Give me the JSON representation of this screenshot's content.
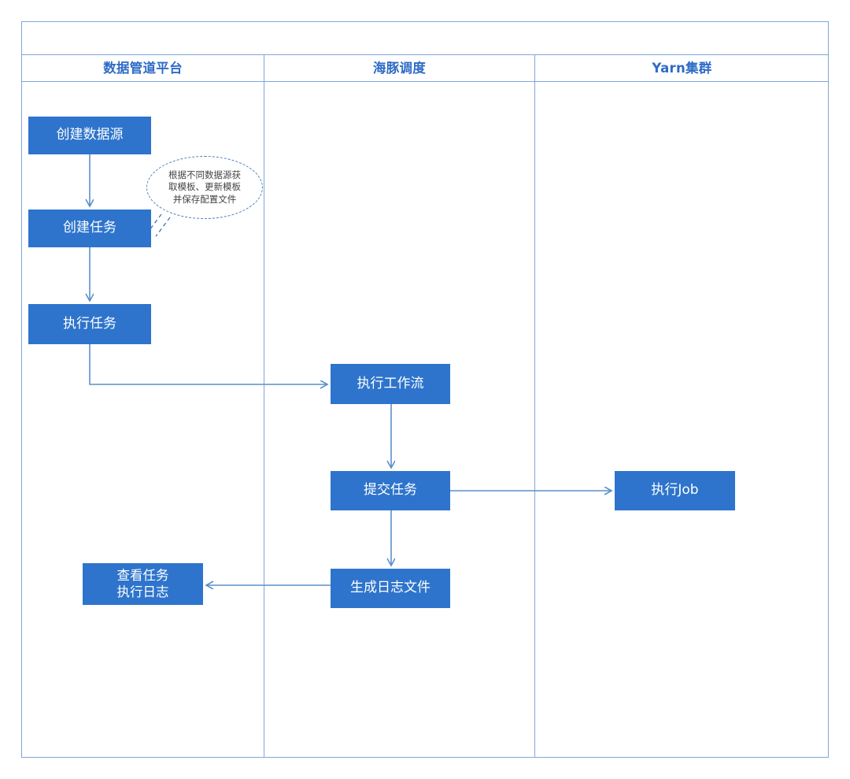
{
  "diagram": {
    "type": "swimlane-flowchart",
    "accent_color": "#2E74CC",
    "lane_border_color": "#7FA6D8",
    "lane_title_color": "#2E6BC6",
    "connector_color": "#5B8FC9",
    "callout_border_color": "#4A7EBB",
    "callout_text_color": "#444444"
  },
  "lanes": [
    {
      "id": "lane-data-pipeline",
      "title": "数据管道平台"
    },
    {
      "id": "lane-dolphin-scheduler",
      "title": "海豚调度"
    },
    {
      "id": "lane-yarn-cluster",
      "title": "Yarn集群"
    }
  ],
  "nodes": [
    {
      "id": "create-datasource",
      "lane": "lane-data-pipeline",
      "label": "创建数据源"
    },
    {
      "id": "create-task",
      "lane": "lane-data-pipeline",
      "label": "创建任务"
    },
    {
      "id": "execute-task",
      "lane": "lane-data-pipeline",
      "label": "执行任务"
    },
    {
      "id": "view-task-log",
      "lane": "lane-data-pipeline",
      "label": "查看任务\n执行日志"
    },
    {
      "id": "execute-workflow",
      "lane": "lane-dolphin-scheduler",
      "label": "执行工作流"
    },
    {
      "id": "submit-task",
      "lane": "lane-dolphin-scheduler",
      "label": "提交任务"
    },
    {
      "id": "generate-log-file",
      "lane": "lane-dolphin-scheduler",
      "label": "生成日志文件"
    },
    {
      "id": "execute-job",
      "lane": "lane-yarn-cluster",
      "label": "执行Job"
    }
  ],
  "callout": {
    "id": "template-callout",
    "text": "根据不同数据源获\n取模板、更新模板\n并保存配置文件",
    "attached_to": "create-task"
  },
  "edges": [
    {
      "from": "create-datasource",
      "to": "create-task",
      "style": "straight-down"
    },
    {
      "from": "create-task",
      "to": "execute-task",
      "style": "straight-down"
    },
    {
      "from": "execute-task",
      "to": "execute-workflow",
      "style": "elbow-down-right"
    },
    {
      "from": "execute-workflow",
      "to": "submit-task",
      "style": "straight-down"
    },
    {
      "from": "submit-task",
      "to": "execute-job",
      "style": "straight-right"
    },
    {
      "from": "submit-task",
      "to": "generate-log-file",
      "style": "straight-down"
    },
    {
      "from": "generate-log-file",
      "to": "view-task-log",
      "style": "straight-left"
    }
  ]
}
